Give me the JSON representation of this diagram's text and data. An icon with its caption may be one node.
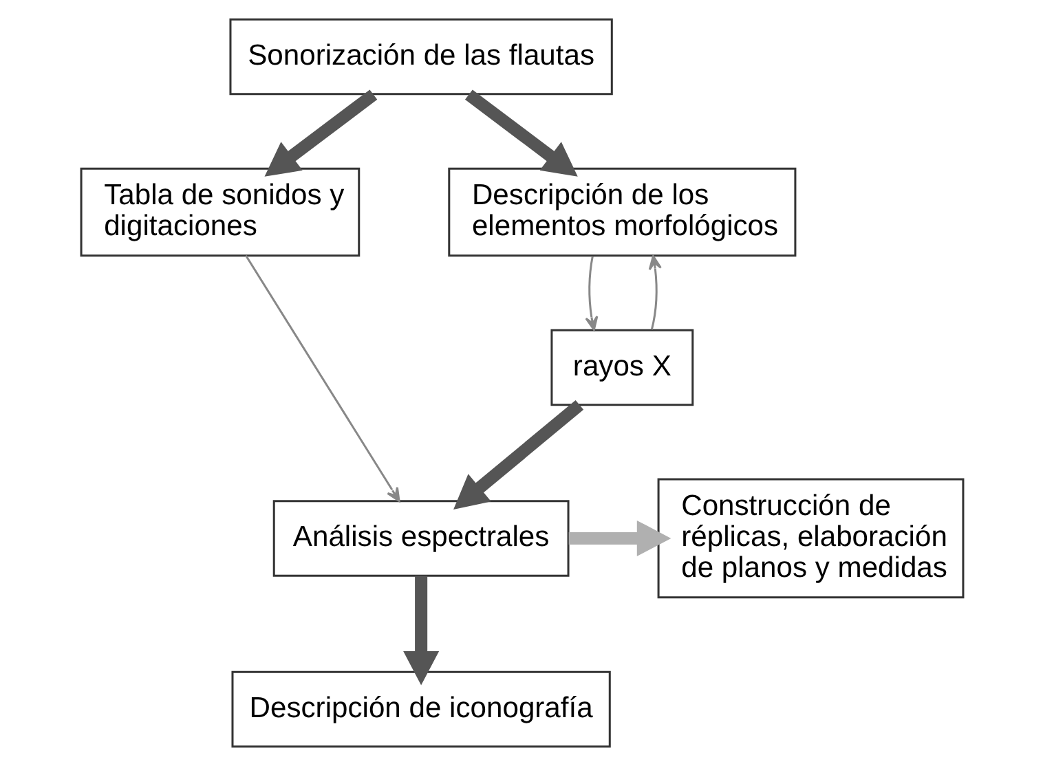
{
  "diagram": {
    "nodes": [
      {
        "text": [
          "Sonorización de las flautas"
        ]
      },
      {
        "text": [
          "Tabla de sonidos y digitaciones"
        ]
      },
      {
        "text": [
          "Descripción de los elementos morfológicos"
        ]
      },
      {
        "text": [
          "rayos X"
        ]
      },
      {
        "text": [
          "Análisis espectrales"
        ]
      },
      {
        "text": [
          "Construcción de réplicas, elaboración de planos y medidas"
        ]
      },
      {
        "text": [
          "Descripción de iconografía"
        ]
      }
    ],
    "edges": [
      {
        "from": 0,
        "to": 1,
        "arrow": "to"
      },
      {
        "from": 0,
        "to": 2,
        "arrow": "to"
      },
      {
        "from": 1,
        "to": 4,
        "arrow": "to",
        "color": "#888888"
      },
      {
        "from": 2,
        "to": 3,
        "arrow": "to",
        "color": "#888888"
      },
      {
        "from": 3,
        "to": 2,
        "arrow": "to",
        "color": "#888888"
      },
      {
        "from": 3,
        "to": 4,
        "arrow": "to"
      },
      {
        "from": 4,
        "to": 5,
        "arrow": "to",
        "color": "#b0b0b0"
      },
      {
        "from": 4,
        "to": 6,
        "arrow": "to"
      }
    ]
  }
}
